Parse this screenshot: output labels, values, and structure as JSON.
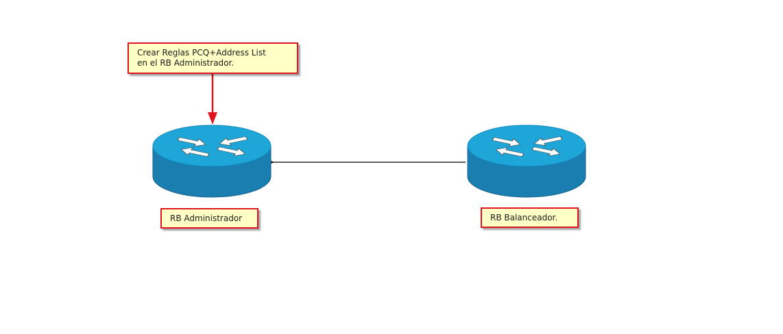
{
  "diagram": {
    "instruction_note": {
      "line1": "Crear Reglas PCQ+Address List",
      "line2": "en el RB Administrador."
    },
    "routers": [
      {
        "label": "RB Administrador",
        "icon": "router-icon"
      },
      {
        "label": "RB Balanceador.",
        "icon": "router-icon"
      }
    ]
  },
  "colors": {
    "router_top": "#1ea6d8",
    "router_side": "#1a7fb0",
    "note_fill": "#ffffc6",
    "note_border": "#e0141e",
    "callout_arrow": "#e0141e",
    "link_line": "#000000"
  }
}
